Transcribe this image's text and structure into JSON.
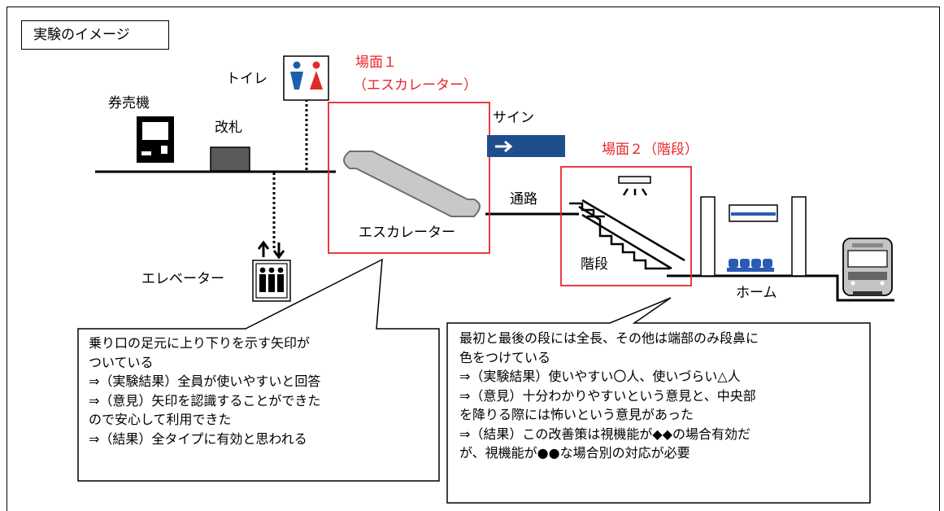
{
  "title": "実験のイメージ",
  "labels": {
    "toilet": "トイレ",
    "ticket_machine": "券売機",
    "gate": "改札",
    "elevator": "エレベーター",
    "escalator": "エスカレーター",
    "sign": "サイン",
    "passage": "通路",
    "stairs": "階段",
    "platform": "ホーム"
  },
  "scenes": {
    "scene1_title": "場面１",
    "scene1_sub": "（エスカレーター）",
    "scene2_title": "場面２（階段）"
  },
  "callouts": {
    "escalator_lines": [
      "乗り口の足元に上り下りを示す矢印が",
      "ついている",
      "⇒（実験結果）全員が使いやすいと回答",
      "⇒（意見）矢印を認識することができた",
      "ので安心して利用できた",
      "⇒（結果）全タイプに有効と思われる"
    ],
    "stairs_lines": [
      "最初と最後の段には全長、その他は端部のみ段鼻に",
      "色をつけている",
      "⇒（実験結果）使いやすい〇人、使いづらい△人",
      "⇒（意見）十分わかりやすいという意見と、中央部",
      "を降りる際には怖いという意見があった",
      "⇒（結果）この改善策は視機能が◆◆の場合有効だ",
      "が、視機能が●●な場合別の対応が必要"
    ]
  },
  "colors": {
    "scene_red": "#e8262c",
    "sign_blue": "#1f4e8c",
    "seat_blue": "#2a5bb5",
    "toilet_male": "#1c5fae",
    "toilet_female": "#e02a2a"
  }
}
